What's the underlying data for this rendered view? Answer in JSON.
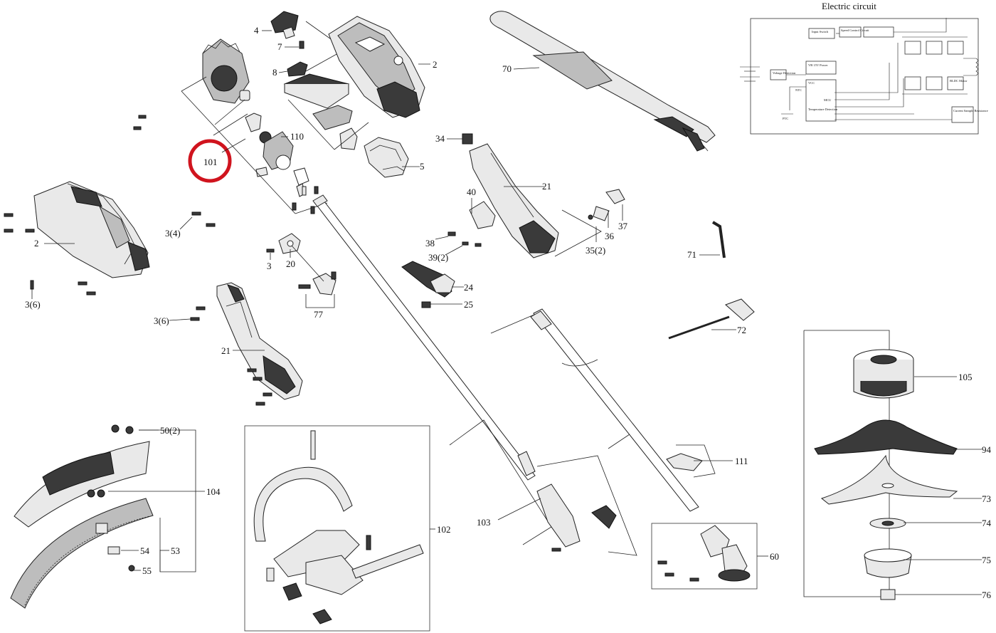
{
  "circuit": {
    "title": "Electric circuit",
    "labels": [
      "Input Switch",
      "Speed Control Circuit",
      "VB 15V Power",
      "VCC",
      "MCU",
      "Voltage Detection",
      "Temperature Detection",
      "Current Sample Resistance",
      "NTC",
      "PTC",
      "BLDC Motor"
    ]
  },
  "callouts": {
    "c4": "4",
    "c7": "7",
    "c8": "8",
    "c2a": "2",
    "c70": "70",
    "c110": "110",
    "c5": "5",
    "c101": "101",
    "c34": "34",
    "c21a": "21",
    "c40": "40",
    "c37": "37",
    "c36": "36",
    "c35": "35(2)",
    "c38": "38",
    "c39": "39(2)",
    "c24": "24",
    "c25": "25",
    "c71": "71",
    "c2b": "2",
    "c34b": "3(4)",
    "c3a": "3",
    "c20": "20",
    "c36b": "3(6)",
    "c36c": "3(6)",
    "c77": "77",
    "c21b": "21",
    "c72": "72",
    "c105": "105",
    "c94": "94",
    "c73": "73",
    "c74": "74",
    "c75": "75",
    "c76": "76",
    "c50": "50(2)",
    "c104": "104",
    "c54": "54",
    "c53": "53",
    "c55": "55",
    "c102": "102",
    "c103": "103",
    "c111": "111",
    "c60": "60"
  },
  "highlight": {
    "target": "101",
    "color": "#d0141e"
  }
}
